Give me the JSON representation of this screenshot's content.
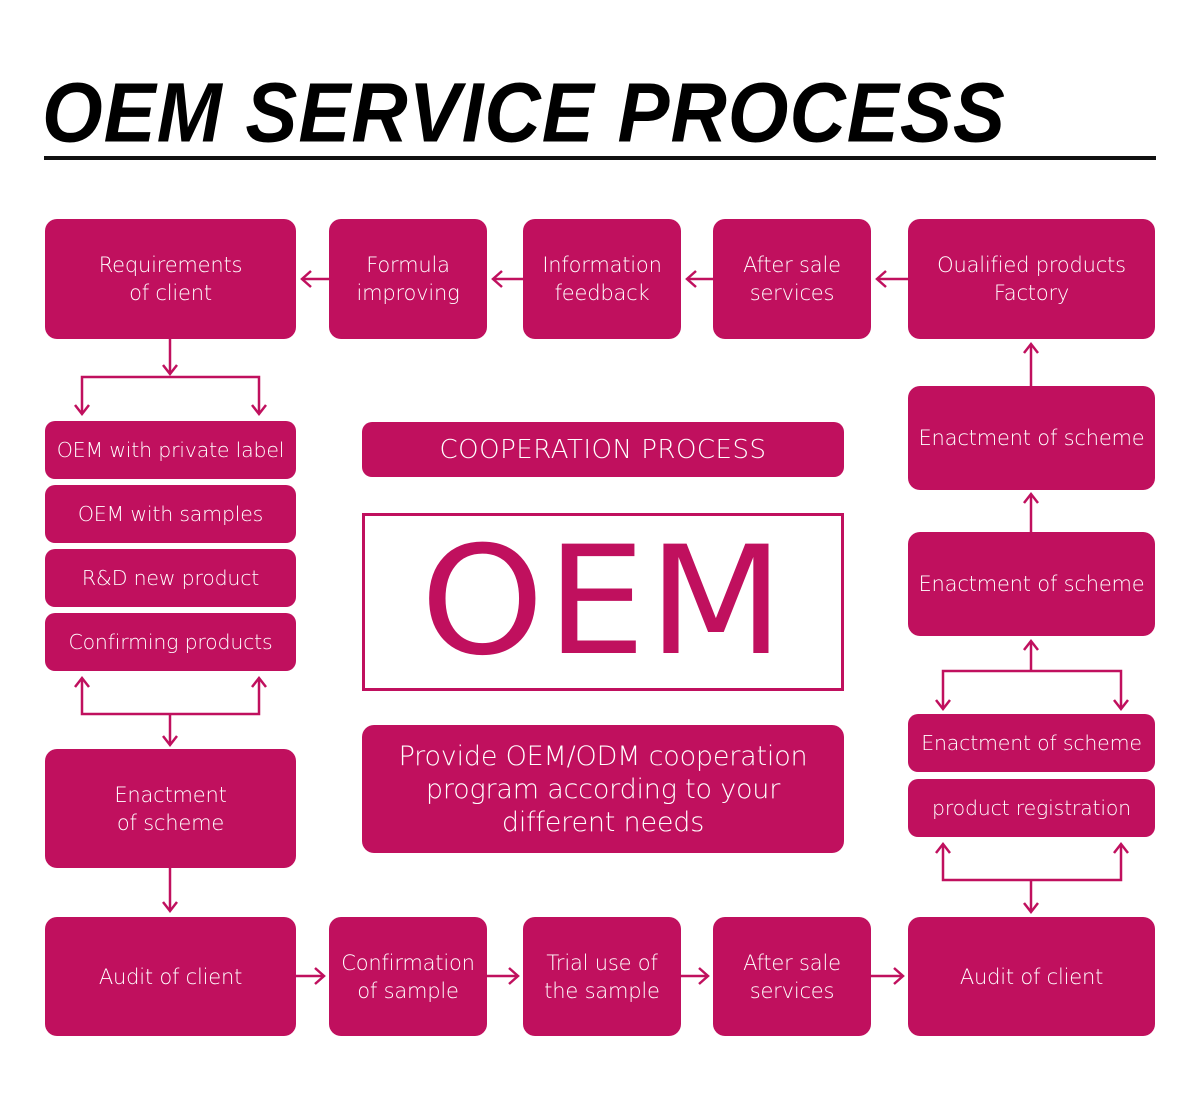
{
  "title": "OEM SERVICE PROCESS",
  "accent_color": "#C0105E",
  "top_row": [
    {
      "label": "Requirements\nof client"
    },
    {
      "label": "Formula\nimproving"
    },
    {
      "label": "Information\nfeedback"
    },
    {
      "label": "After sale\nservices"
    },
    {
      "label": "Oualified products\nFactory"
    }
  ],
  "left_column": {
    "options": [
      {
        "label": "OEM with private label"
      },
      {
        "label": "OEM with samples"
      },
      {
        "label": "R&D new product"
      },
      {
        "label": "Confirming products"
      }
    ],
    "enactment": {
      "label": "Enactment\nof scheme"
    }
  },
  "center": {
    "header": "COOPERATION PROCESS",
    "logo_text": "OEM",
    "description": "Provide OEM/ODM cooperation\nprogram according to your\ndifferent needs"
  },
  "right_column": [
    {
      "label": "Enactment of scheme"
    },
    {
      "label": "Enactment of scheme"
    },
    {
      "label": "Enactment of scheme"
    },
    {
      "label": "product registration"
    }
  ],
  "bottom_row": [
    {
      "label": "Audit of client"
    },
    {
      "label": "Confirmation\nof sample"
    },
    {
      "label": "Trial use of\nthe sample"
    },
    {
      "label": "After sale\nservices"
    },
    {
      "label": "Audit of client"
    }
  ]
}
